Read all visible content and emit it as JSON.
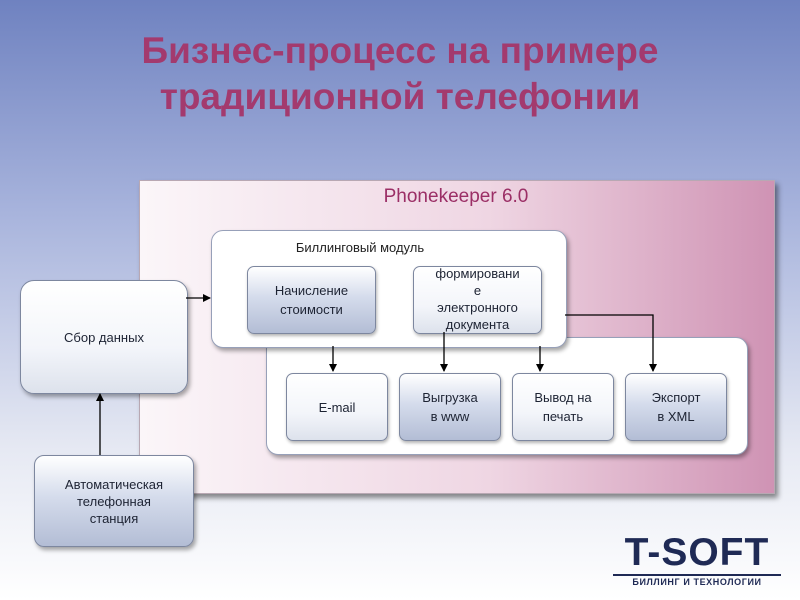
{
  "title_line1": "Бизнес-процесс на примере",
  "title_line2": "традиционной телефонии",
  "panel_title": "Phonekeeper 6.0",
  "billing_module": {
    "label": "Биллинговый модуль",
    "charging": [
      "Начисление",
      "стоимости"
    ],
    "doc_forming": [
      "формировани",
      "е",
      "электронного",
      "документа"
    ]
  },
  "outputs": {
    "email": "E-mail",
    "upload": [
      "Выгрузка",
      "в www"
    ],
    "print": [
      "Вывод на",
      "печать"
    ],
    "export": [
      "Экспорт",
      "в XML"
    ]
  },
  "data_collection": "Сбор данных",
  "ats": [
    "Автоматическая",
    "телефонная",
    "станция"
  ],
  "logo": {
    "name": "T-SOFT",
    "tagline": "БИЛЛИНГ И ТЕХНОЛОГИИ"
  }
}
